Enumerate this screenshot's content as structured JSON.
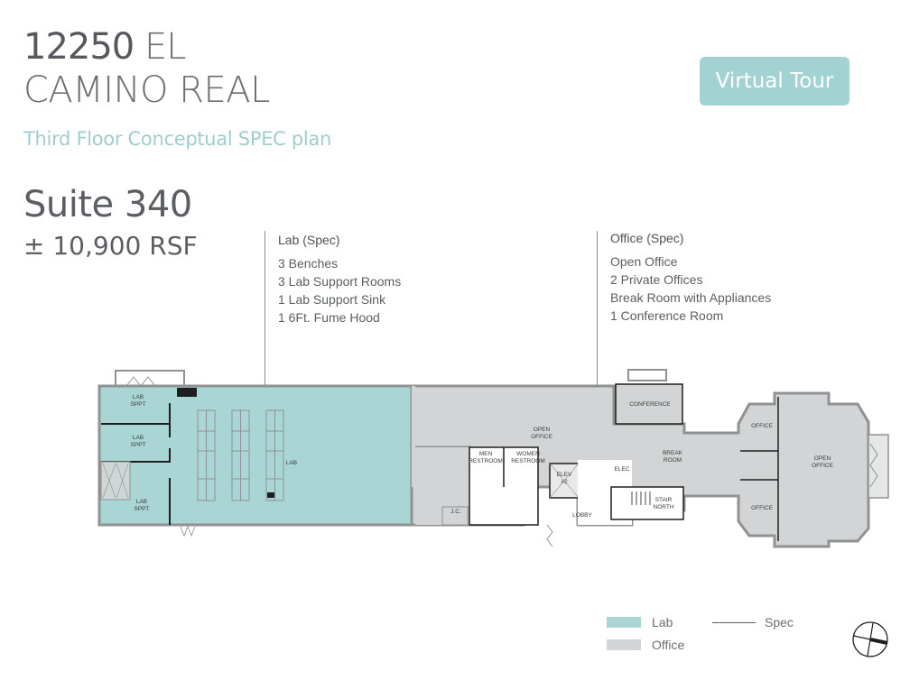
{
  "header": {
    "address_line1_number": "12250",
    "address_line1_rest": "EL",
    "address_line2": "CAMINO REAL",
    "subtitle": "Third Floor Conceptual SPEC plan",
    "suite": "Suite 340",
    "area": "± 10,900 RSF"
  },
  "virtual_tour": {
    "label": "Virtual Tour",
    "color": "#a2d2d2"
  },
  "specs": {
    "lab": {
      "title": "Lab (Spec)",
      "items": [
        "3 Benches",
        "3 Lab Support Rooms",
        "1 Lab Support Sink",
        "1 6Ft. Fume Hood"
      ]
    },
    "office": {
      "title": "Office (Spec)",
      "items": [
        "Open Office",
        "2 Private Offices",
        "Break Room with Appliances",
        "1 Conference Room"
      ]
    }
  },
  "floorplan": {
    "colors": {
      "lab": "#a9d6d4",
      "office": "#d3d4d5",
      "wall": "#8f9193",
      "wall_dark": "#1e1e1e"
    },
    "rooms": {
      "lab_sppt_1": "LAB SPPT",
      "lab_sppt_2": "LAB SPPT",
      "lab_sppt_3": "LAB SPPT",
      "lab": "LAB",
      "open_office_1": "OPEN OFFICE",
      "men_restroom": "MEN RESTROOM",
      "women_restroom": "WOMEN RESTROOM",
      "elev": "ELEV #2",
      "jc": "J.C.",
      "lobby": "LOBBY",
      "elec": "ELEC",
      "conference": "CONFERENCE",
      "break_room": "BREAK ROOM",
      "stair": "STAIR NORTH",
      "office_1": "OFFICE",
      "office_2": "OFFICE",
      "open_office_2": "OPEN OFFICE"
    }
  },
  "legend": {
    "lab_label": "Lab",
    "office_label": "Office",
    "spec_label": "Spec",
    "lab_color": "#a9d6d4",
    "office_color": "#d3d4d5"
  },
  "compass": {
    "icon": "north-arrow-icon"
  }
}
